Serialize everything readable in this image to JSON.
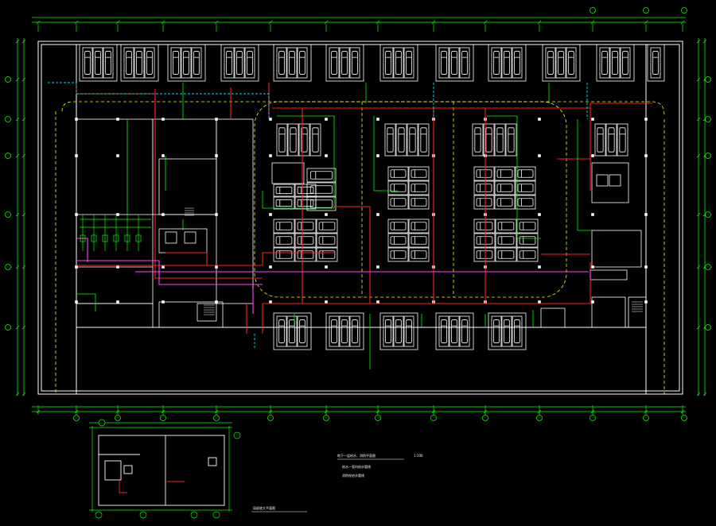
{
  "drawing": {
    "main_plan_title": "地下一层给水、消防平面图",
    "main_plan_scale": "1:100",
    "note_line_1": "给水—室内给水管线",
    "note_line_2": "消防栓给水管线",
    "sub_plan_title": "局部放大平面图"
  },
  "colors": {
    "background": "#000000",
    "wall": "#ffffff",
    "dimension": "#00ff00",
    "fire_main": "#ff2020",
    "water_supply": "#ff40ff",
    "cold_water": "#00e0ff",
    "hidden": "#ffff00"
  }
}
